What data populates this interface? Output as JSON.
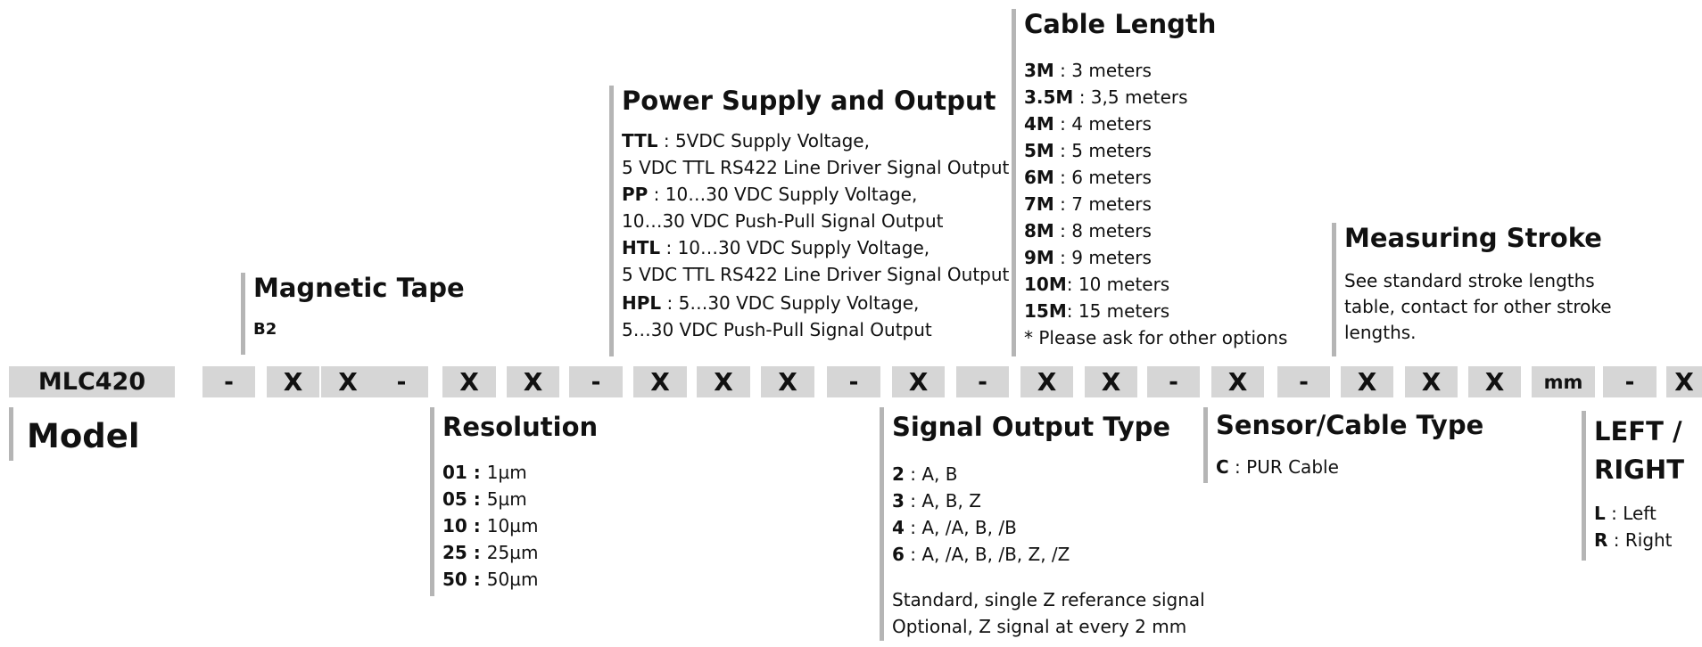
{
  "magnetic_tape": {
    "title": "Magnetic Tape",
    "code": "B2"
  },
  "power_supply": {
    "title": "Power Supply and Output",
    "items": [
      {
        "code": "TTL",
        "sep": " : ",
        "line1": "5VDC Supply Voltage,",
        "line2": "5 VDC TTL RS422 Line Driver Signal Output"
      },
      {
        "code": "PP",
        "sep": " : ",
        "line1": "10…30 VDC Supply Voltage,",
        "line2": "10…30 VDC Push-Pull Signal Output"
      },
      {
        "code": "HTL",
        "sep": " : ",
        "line1": "10…30 VDC Supply Voltage,",
        "line2": "5 VDC TTL RS422 Line Driver Signal Output"
      },
      {
        "code": "HPL",
        "sep": " : ",
        "line1": "5…30 VDC Supply Voltage,",
        "line2": "5…30 VDC Push-Pull Signal Output"
      }
    ]
  },
  "cable_length": {
    "title": "Cable Length",
    "items": [
      {
        "code": "3M",
        "sep": " : ",
        "text": "3 meters"
      },
      {
        "code": "3.5M",
        "sep": " : ",
        "text": "3,5 meters"
      },
      {
        "code": "4M",
        "sep": " : ",
        "text": "4 meters"
      },
      {
        "code": "5M",
        "sep": " : ",
        "text": "5 meters"
      },
      {
        "code": "6M",
        "sep": " : ",
        "text": "6 meters"
      },
      {
        "code": "7M",
        "sep": " : ",
        "text": "7 meters"
      },
      {
        "code": "8M",
        "sep": " : ",
        "text": "8 meters"
      },
      {
        "code": "9M",
        "sep": " : ",
        "text": "9 meters"
      },
      {
        "code": "10M",
        "sep": ": ",
        "text": "10 meters"
      },
      {
        "code": "15M",
        "sep": ": ",
        "text": "15 meters"
      }
    ],
    "note": "* Please ask for other options"
  },
  "measuring_stroke": {
    "title": "Measuring Stroke",
    "text": "See standard stroke lengths table, contact for other stroke lengths."
  },
  "code_bar": [
    "MLC420",
    "-",
    "X",
    "X",
    "-",
    "X",
    "X",
    "-",
    "X",
    "X",
    "X",
    "-",
    "X",
    "-",
    "X",
    "X",
    "-",
    "X",
    "-",
    "X",
    "X",
    "X",
    "mm",
    "-",
    "X"
  ],
  "model": {
    "title": "Model"
  },
  "resolution": {
    "title": "Resolution",
    "items": [
      {
        "code": "01",
        "sep": " : ",
        "text": "1µm"
      },
      {
        "code": "05",
        "sep": " : ",
        "text": "5µm"
      },
      {
        "code": "10",
        "sep": " : ",
        "text": "10µm"
      },
      {
        "code": "25",
        "sep": " : ",
        "text": "25µm"
      },
      {
        "code": "50",
        "sep": " : ",
        "text": "50µm"
      }
    ]
  },
  "signal_output": {
    "title": "Signal Output Type",
    "items": [
      {
        "code": "2",
        "sep": " : ",
        "text": "A, B"
      },
      {
        "code": "3",
        "sep": " : ",
        "text": "A, B, Z"
      },
      {
        "code": "4",
        "sep": " : ",
        "text": "A, /A, B, /B"
      },
      {
        "code": "6",
        "sep": " : ",
        "text": "A, /A, B, /B, Z, /Z"
      }
    ],
    "note1": "Standard, single Z referance signal",
    "note2": "Optional, Z signal at every 2 mm"
  },
  "sensor_cable": {
    "title": "Sensor/Cable Type",
    "items": [
      {
        "code": "C",
        "sep": " : ",
        "text": "PUR Cable"
      }
    ]
  },
  "left_right": {
    "title_line1": "LEFT /",
    "title_line2": "RIGHT",
    "items": [
      {
        "code": "L",
        "sep": " : ",
        "text": "Left"
      },
      {
        "code": "R",
        "sep": " : ",
        "text": "Right"
      }
    ]
  },
  "colors": {
    "bar": "#d6d6d6",
    "rule": "#b5b5b5",
    "text": "#111111"
  }
}
